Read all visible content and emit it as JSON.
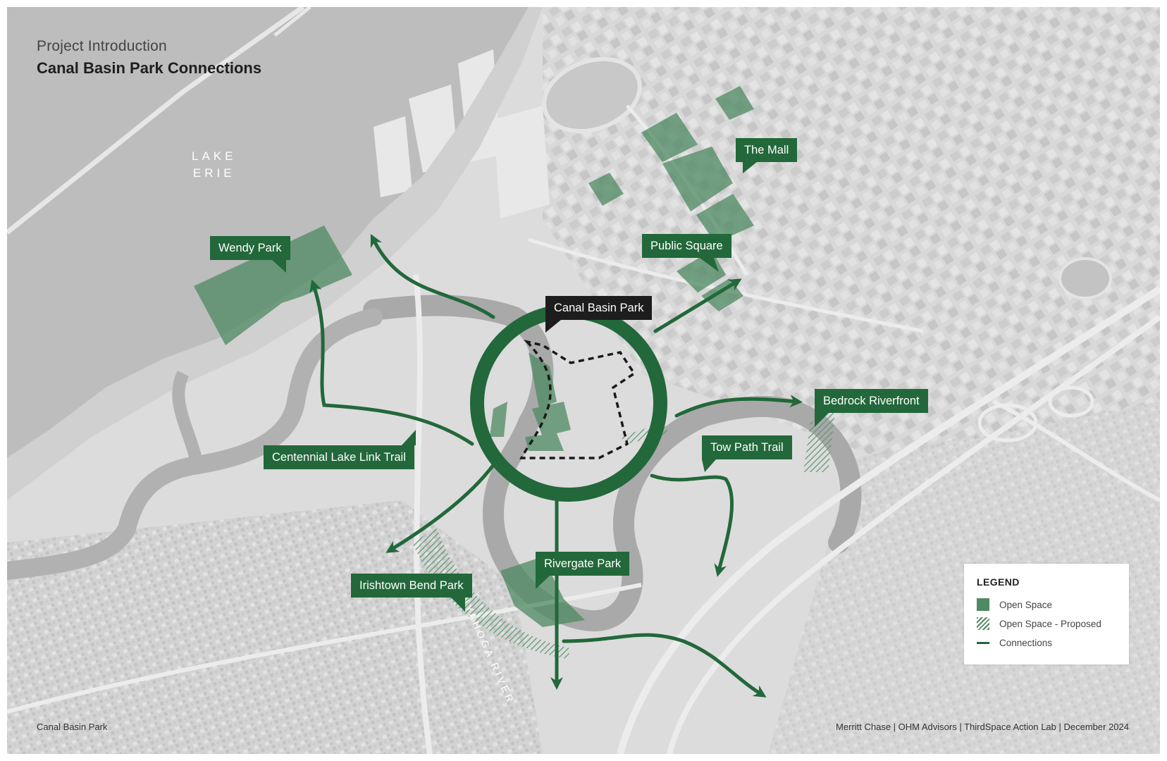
{
  "header": {
    "section": "Project Introduction",
    "title": "Canal Basin Park Connections"
  },
  "water_label": [
    "LAKE",
    "ERIE"
  ],
  "river_label": "CUYAHOGA RIVER",
  "places": {
    "center": "Canal Basin Park",
    "wendy_park": "Wendy Park",
    "the_mall": "The Mall",
    "public_square": "Public Square",
    "bedrock_riverfront": "Bedrock Riverfront",
    "tow_path_trail": "Tow Path Trail",
    "centennial_lake_link_trail": "Centennial Lake Link Trail",
    "irishtown_bend_park": "Irishtown Bend Park",
    "rivergate_park": "Rivergate Park"
  },
  "legend": {
    "title": "LEGEND",
    "items": [
      {
        "label": "Open Space",
        "swatch": "solid"
      },
      {
        "label": "Open Space - Proposed",
        "swatch": "hatch"
      },
      {
        "label": "Connections",
        "swatch": "line"
      }
    ]
  },
  "footer": {
    "left": "Canal Basin Park",
    "right": "Merritt Chase | OHM Advisors | ThirdSpace Action Lab | December 2024"
  },
  "colors": {
    "connection_green": "#22683a",
    "open_space": "#4e8a62",
    "dark_label": "#1d1d1d",
    "lake": "#bdbdbd",
    "land": "#dcdcdc"
  },
  "icons": {
    "connection_arrowhead": "arrow-head-icon",
    "label_pointer": "callout-pointer-icon"
  }
}
